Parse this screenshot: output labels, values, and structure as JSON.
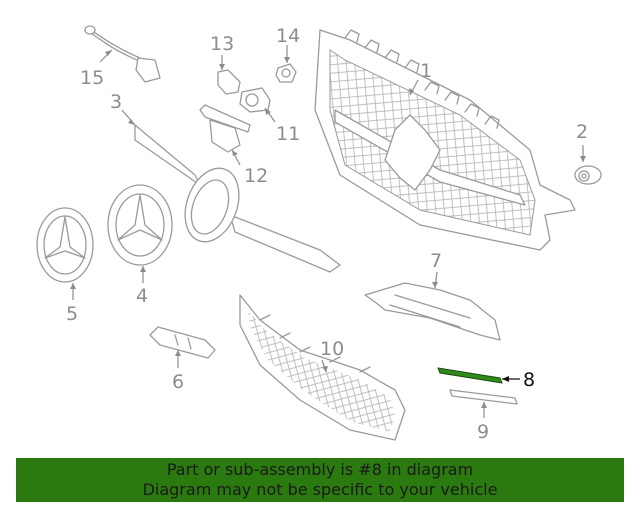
{
  "diagram": {
    "callouts": [
      "1",
      "2",
      "3",
      "4",
      "5",
      "6",
      "7",
      "8",
      "9",
      "10",
      "11",
      "12",
      "13",
      "14",
      "15"
    ],
    "highlighted_part": "8",
    "highlight_color": "#2e8b1a"
  },
  "banner": {
    "line1": "Part or sub-assembly is #8 in diagram",
    "line2": "Diagram may not be specific to your vehicle",
    "background": "#2b7a0f"
  }
}
